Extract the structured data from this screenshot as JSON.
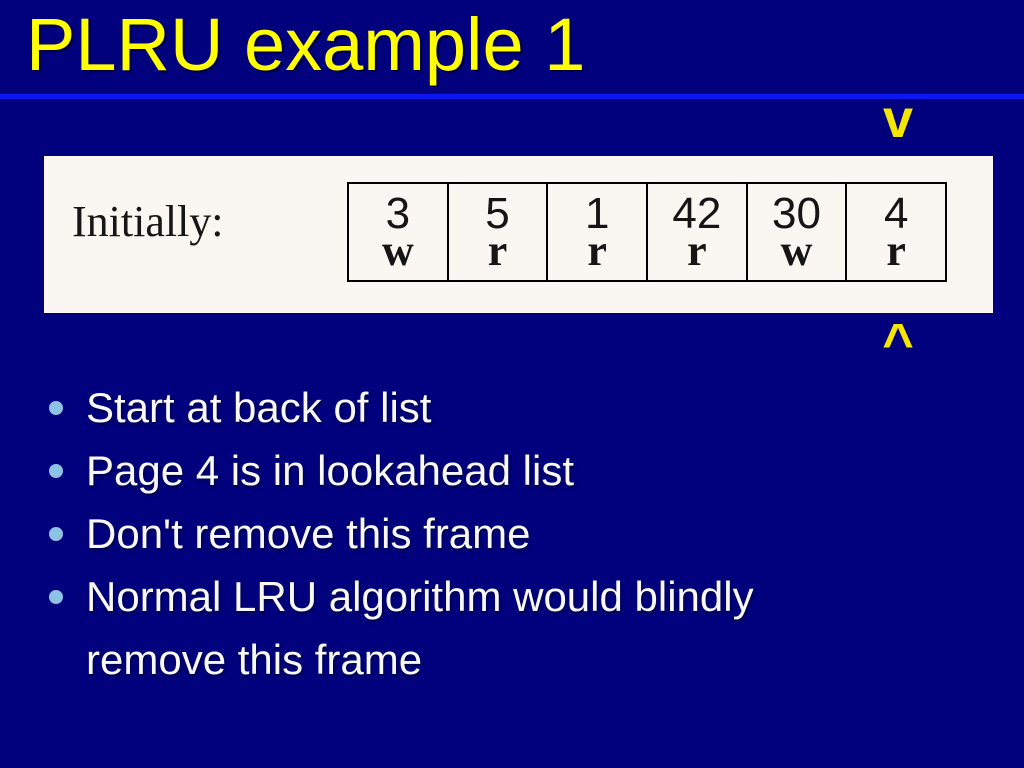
{
  "slide": {
    "title": "PLRU example 1"
  },
  "markers": {
    "above_box": "v",
    "below_box": "^"
  },
  "figure": {
    "label": "Initially:",
    "frames": [
      {
        "page": "3",
        "op": "w"
      },
      {
        "page": "5",
        "op": "r"
      },
      {
        "page": "1",
        "op": "r"
      },
      {
        "page": "42",
        "op": "r"
      },
      {
        "page": "30",
        "op": "w"
      },
      {
        "page": "4",
        "op": "r"
      }
    ]
  },
  "bullets": [
    "Start at back of list",
    "Page 4 is in lookahead list",
    "Don't remove this frame",
    "Normal LRU algorithm would blindly remove this frame"
  ],
  "colors": {
    "background": "#01017e",
    "title_text": "#ffff00",
    "title_rule": "#0d18f0",
    "panel_background": "#faf6f2",
    "table_border": "#000000",
    "bullet_dot": "#8cc2e4",
    "bullet_text": "#f8f8f8",
    "marker": "#f5e600"
  }
}
